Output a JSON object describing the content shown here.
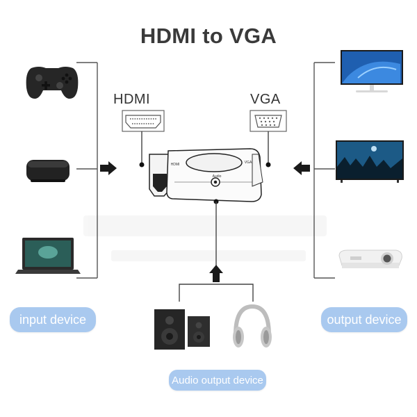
{
  "title": "HDMI to VGA",
  "ports": {
    "hdmi_label": "HDMI",
    "vga_label": "VGA"
  },
  "adapter": {
    "audio_marking": "Audio",
    "vga_marking": "VGA",
    "hdmi_marking": "HDMI"
  },
  "input_devices": [
    "game-controller",
    "tv-box",
    "laptop"
  ],
  "output_devices": [
    "monitor",
    "tv",
    "projector"
  ],
  "audio_devices": [
    "speakers",
    "headphones"
  ],
  "labels": {
    "input": "input device",
    "output": "output device",
    "audio": "Audio output device"
  },
  "colors": {
    "pill": "#a9c9ef",
    "line": "#444444",
    "device_dark": "#1f1f1f"
  }
}
